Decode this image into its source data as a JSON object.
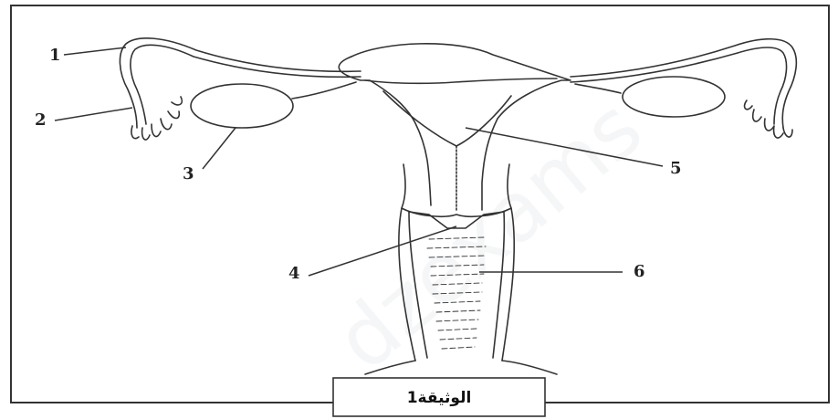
{
  "diagram": {
    "caption": "الوثيقة1",
    "labels": [
      {
        "id": "1",
        "text": "1"
      },
      {
        "id": "2",
        "text": "2"
      },
      {
        "id": "3",
        "text": "3"
      },
      {
        "id": "4",
        "text": "4"
      },
      {
        "id": "5",
        "text": "5"
      },
      {
        "id": "6",
        "text": "6"
      }
    ]
  }
}
